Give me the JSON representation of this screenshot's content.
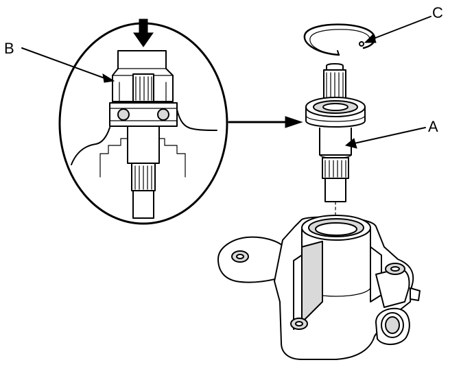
{
  "diagram": {
    "callouts": {
      "a": "A",
      "b": "B",
      "c": "C"
    },
    "parts": {
      "a": "shaft-with-bearing",
      "b": "bearing-press-tool",
      "c": "snap-ring"
    },
    "colors": {
      "line": "#000000",
      "background": "#ffffff",
      "shade": "#d9d9d9"
    }
  }
}
